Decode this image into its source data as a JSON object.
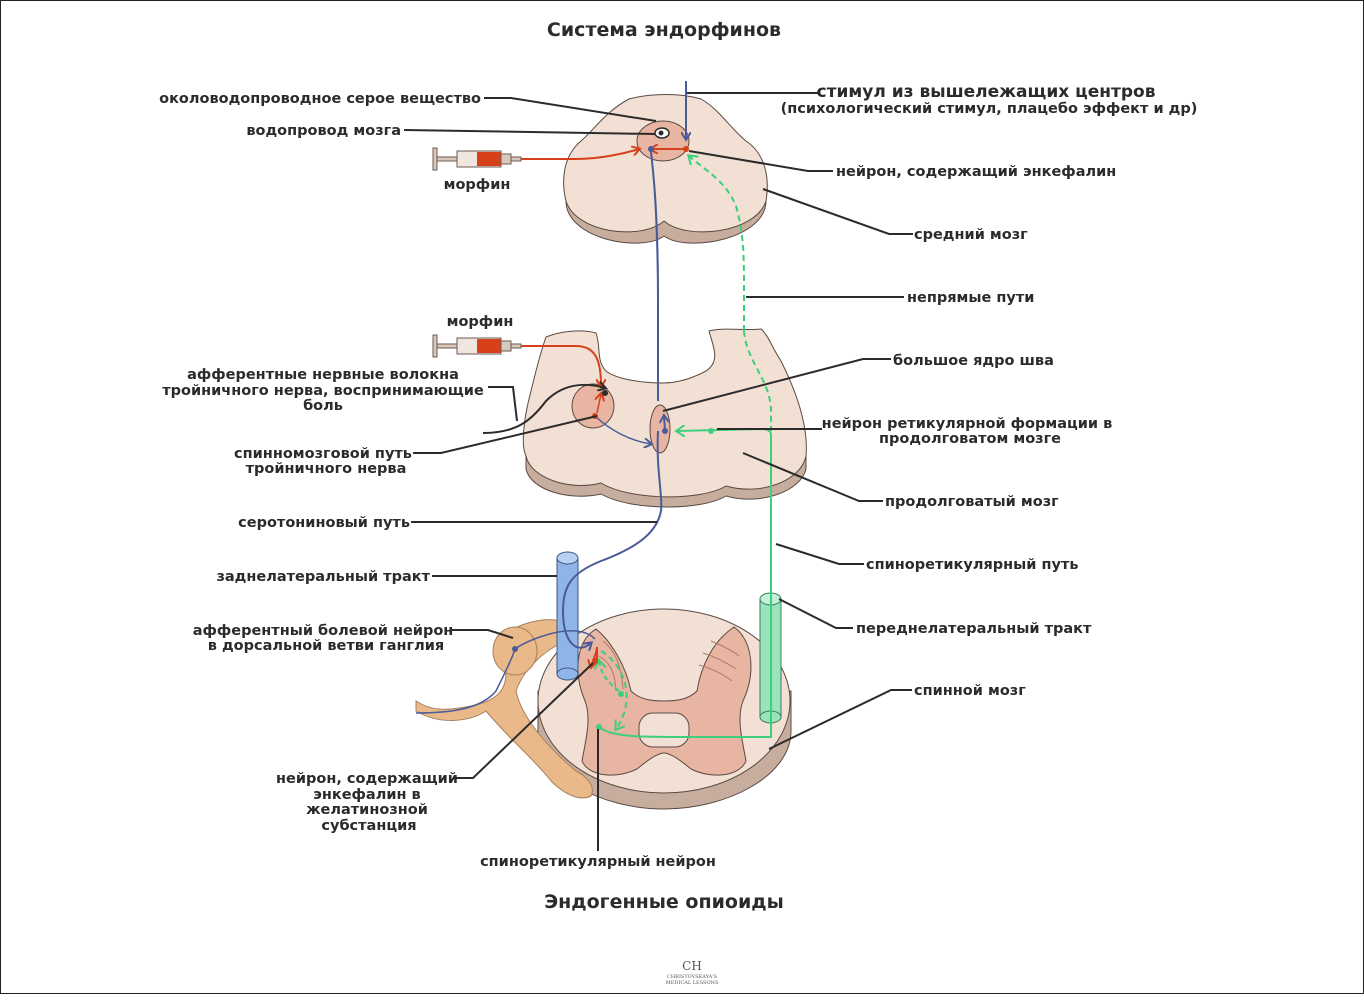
{
  "title": "Система эндорфинов",
  "footer_title": "Эндогенные опиоиды",
  "labels": {
    "periaqueductal": "околоводопроводное серое вещество",
    "aqueduct": "водопровод мозга",
    "morphine_top": "морфин",
    "stimulus_line1": "стимул из вышележащих центров",
    "stimulus_line2": "(психологический стимул, плацебо эффект и др)",
    "enkephalin_neuron": "нейрон, содержащий энкефалин",
    "midbrain": "средний мозг",
    "indirect": "непрямые пути",
    "morphine_mid": "морфин",
    "raphe": "большое ядро шва",
    "trigeminal_aff_1": "афферентные нервные волокна",
    "trigeminal_aff_2": "тройничного нерва, воспринимающие",
    "trigeminal_aff_3": "боль",
    "reticular_1": "нейрон ретикулярной формации в",
    "reticular_2": "продолговатом мозге",
    "spinal_trig_1": "спинномозговой путь",
    "spinal_trig_2": "тройничного нерва",
    "medulla": "продолговатый мозг",
    "serotonin": "серотониновый путь",
    "spinoreticular_path": "спиноретикулярный путь",
    "dorsolateral": "заднелатеральный тракт",
    "anterolateral": "переднелатеральный тракт",
    "aff_pain_1": "афферентный болевой нейрон",
    "aff_pain_2": "в дорсальной ветви ганглия",
    "spinal_cord": "спинной мозг",
    "gel_1": "нейрон, содержащий",
    "gel_2": "энкефалин в",
    "gel_3": "желатинозной",
    "gel_4": "субстанция",
    "spinoreticular_neuron": "спиноретикулярный нейрон"
  },
  "logo": {
    "mark": "CH",
    "text": "CHRISTOVSKAYA'S",
    "subtext": "MEDICAL LESSONS"
  },
  "colors": {
    "tissue": "#f3e0d4",
    "tissue_side": "#c7ad9e",
    "nucleus": "#e7b5a2",
    "serotonin_path": "#4a5a9a",
    "morphine_path": "#d6401b",
    "spinoreticular": "#3ecf7a",
    "dorsolateral_tract": "#8fb4e8",
    "anterolateral_tract": "#9be3bd",
    "ganglion": "#e9b98a"
  }
}
